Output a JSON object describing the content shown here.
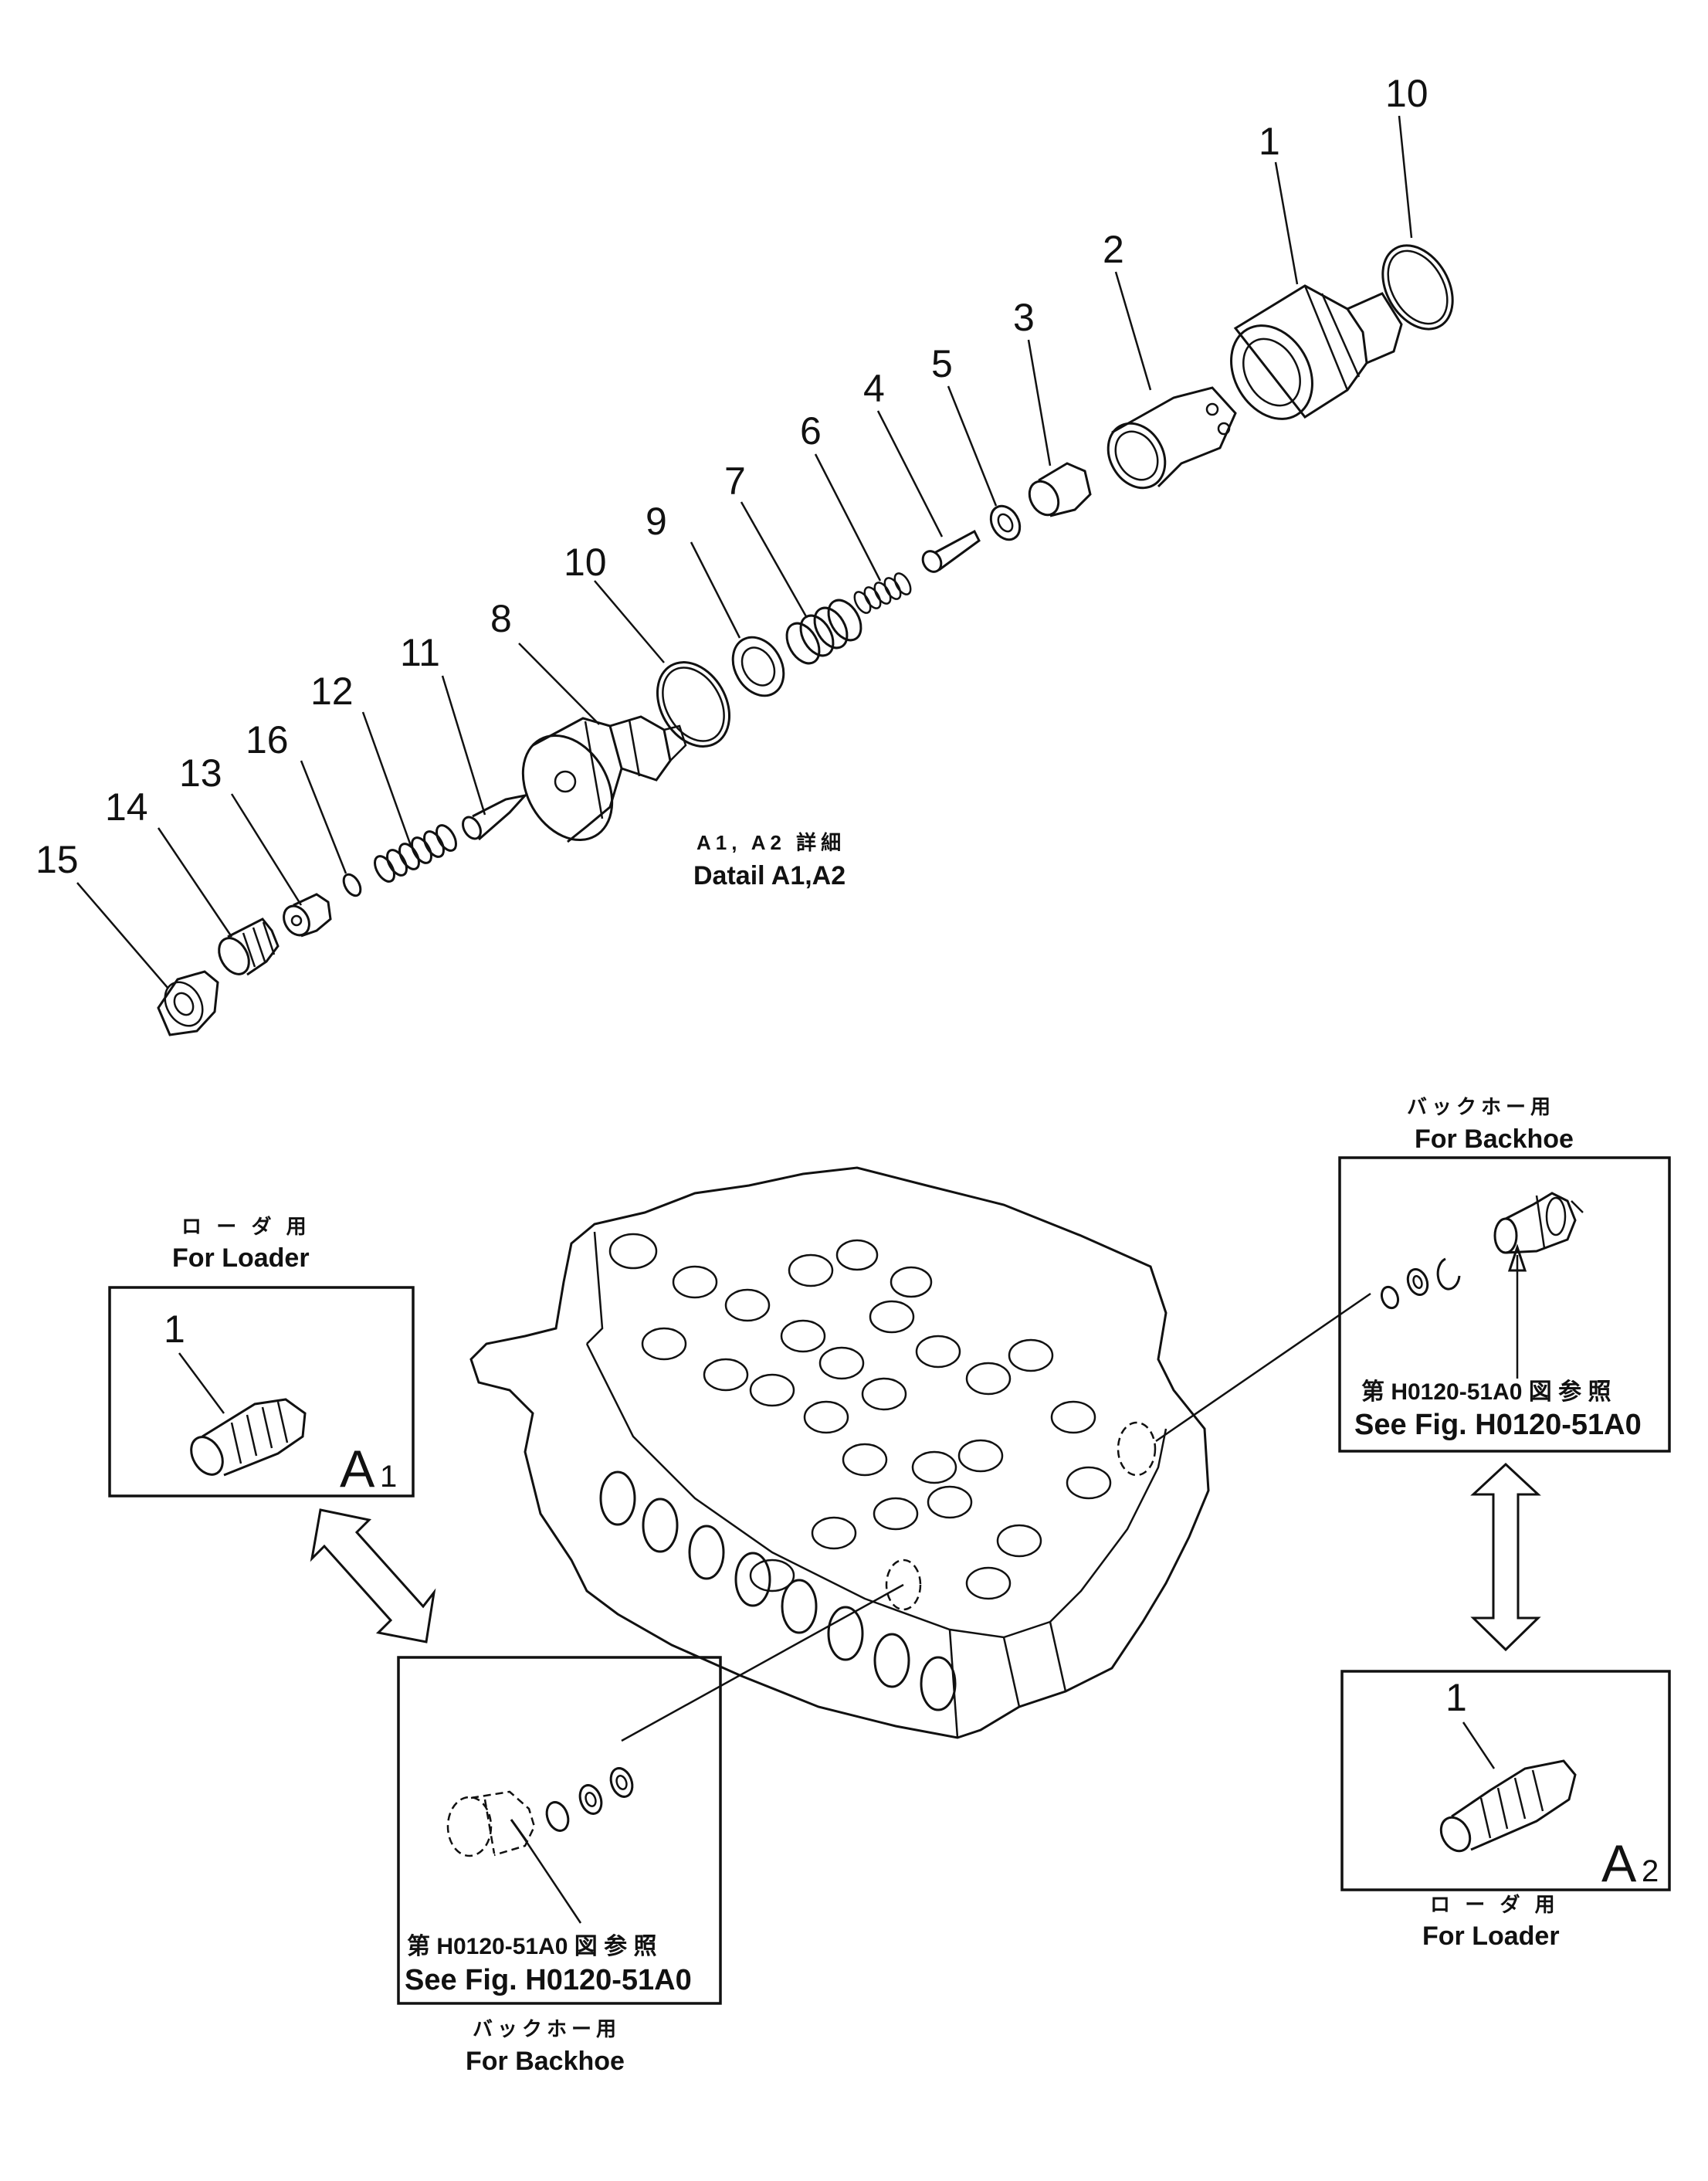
{
  "detail_title": {
    "jp": "A1, A2 詳細",
    "en": "Datail A1,A2"
  },
  "part_numbers": {
    "p1": "1",
    "p2": "2",
    "p3": "3",
    "p4": "4",
    "p5": "5",
    "p6": "6",
    "p7": "7",
    "p8": "8",
    "p9": "9",
    "p10a": "10",
    "p10b": "10",
    "p11": "11",
    "p12": "12",
    "p13": "13",
    "p14": "14",
    "p15": "15",
    "p16": "16"
  },
  "box_a1": {
    "caption_jp": "ロ ー ダ 用",
    "caption_en": "For Loader",
    "part_no": "1",
    "label": "A",
    "label_sub": "1"
  },
  "box_a2": {
    "caption_jp": "ロ ー ダ 用",
    "caption_en": "For Loader",
    "part_no": "1",
    "label": "A",
    "label_sub": "2"
  },
  "box_backhoe_right": {
    "caption_jp": "バックホー用",
    "caption_en": "For Backhoe",
    "ref_jp": "第 H0120-51A0 図 参 照",
    "ref_en": "See Fig. H0120-51A0"
  },
  "box_backhoe_left": {
    "caption_jp": "バックホー用",
    "caption_en": "For Backhoe",
    "ref_jp": "第 H0120-51A0 図 参 照",
    "ref_en": "See Fig. H0120-51A0"
  }
}
